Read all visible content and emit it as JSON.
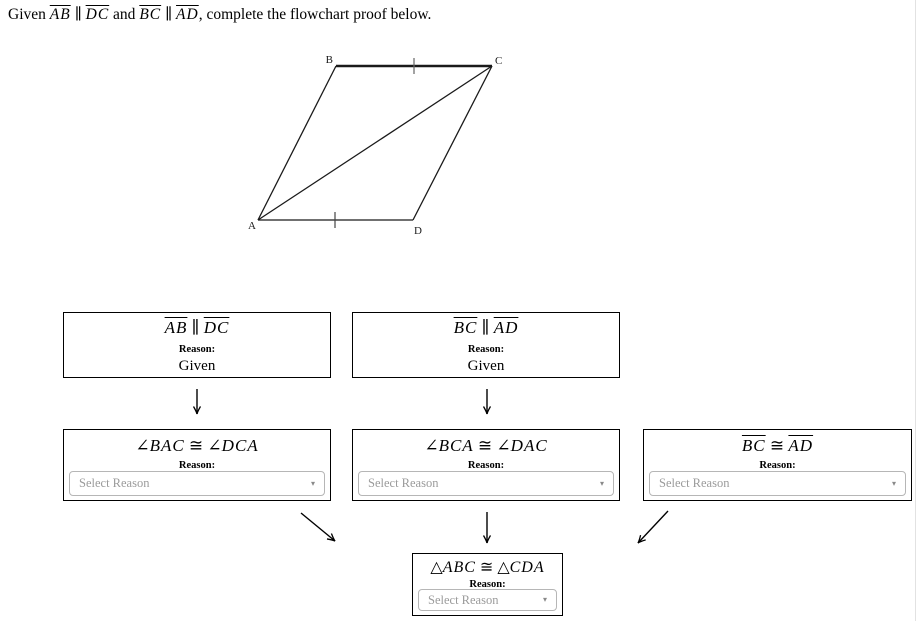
{
  "header": {
    "title_parts": [
      "Given ",
      "AB",
      " ∥ ",
      "DC",
      " and ",
      "BC",
      " ∥ ",
      "AD",
      ", complete the flowchart proof below."
    ]
  },
  "diagram": {
    "labels": {
      "a": "A",
      "b": "B",
      "c": "C",
      "d": "D"
    }
  },
  "flowchart": {
    "reason_label": "Reason:",
    "select_placeholder": "Select Reason",
    "boxes": {
      "given1": {
        "parts": [
          "AB",
          " ∥ ",
          "DC"
        ],
        "reason": "Given"
      },
      "given2": {
        "parts": [
          "BC",
          " ∥ ",
          "AD"
        ],
        "reason": "Given"
      },
      "angles1": {
        "parts": [
          "∠",
          "BAC",
          " ≅ ",
          "∠",
          "DCA"
        ]
      },
      "angles2": {
        "parts": [
          "∠",
          "BCA",
          " ≅ ",
          "∠",
          "DAC"
        ]
      },
      "sides": {
        "parts": [
          "BC",
          " ≅ ",
          "AD"
        ]
      },
      "triangles": {
        "parts": [
          "△",
          "ABC",
          " ≅ ",
          "△",
          "CDA"
        ]
      }
    }
  },
  "icons": {
    "dropdown_caret": "▾"
  },
  "colors": {
    "box_border": "#000000",
    "select_border": "#b6b6b6",
    "placeholder_text": "#9b9b9b",
    "page_edge": "#e2e2e2"
  }
}
